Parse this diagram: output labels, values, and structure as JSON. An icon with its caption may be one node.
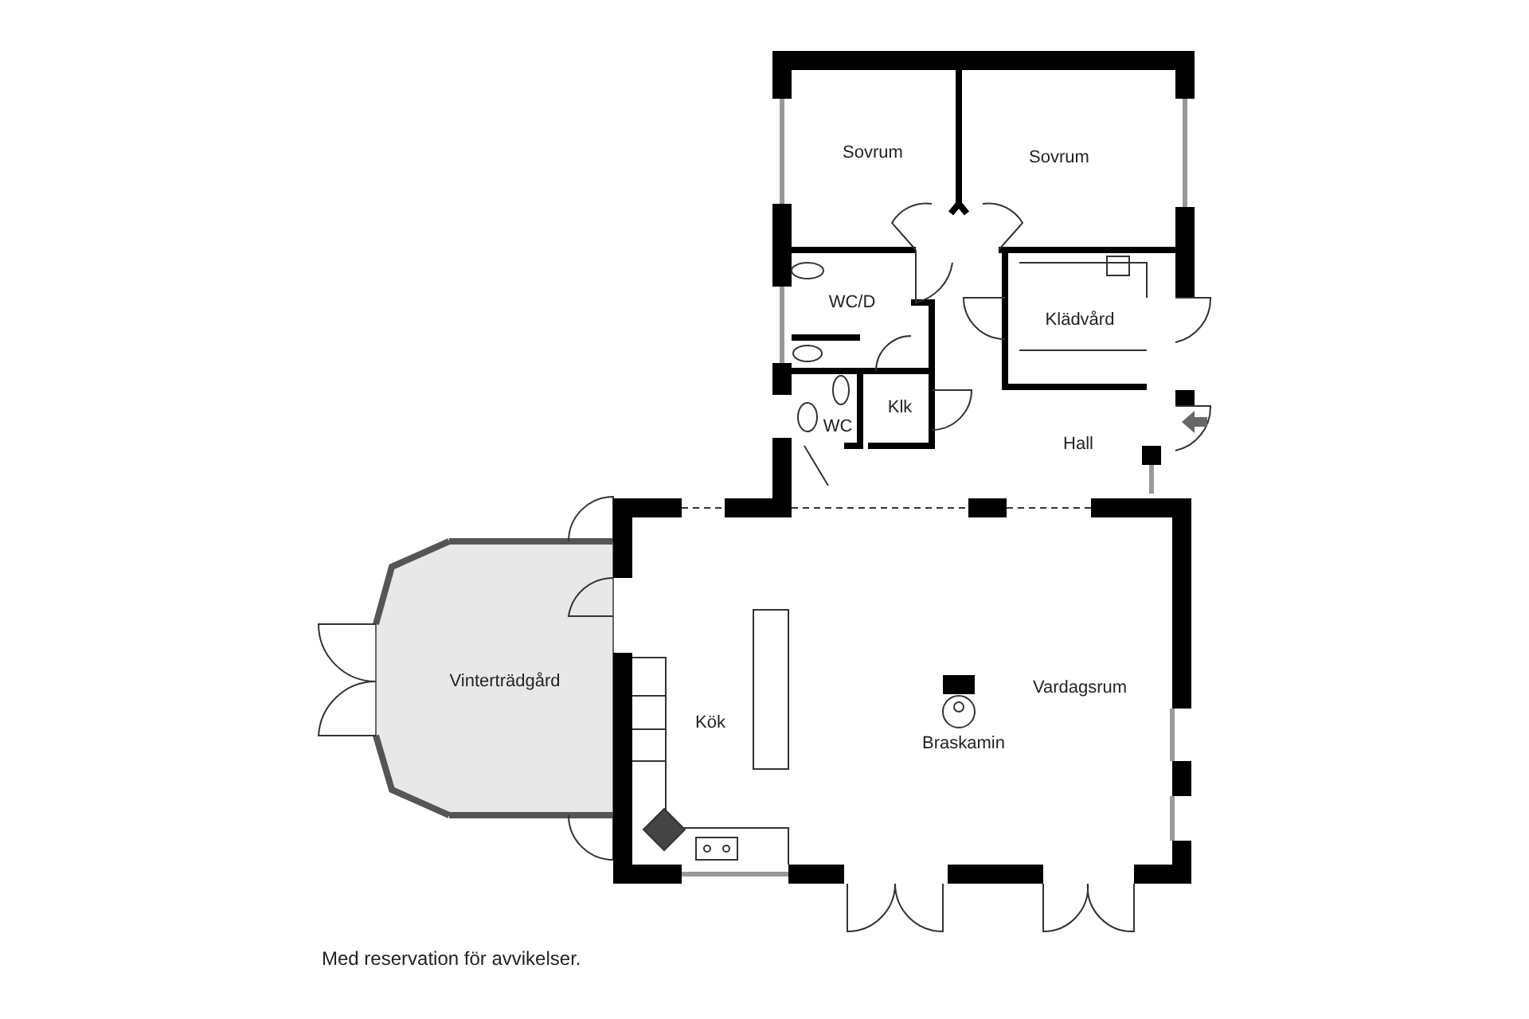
{
  "diagram": {
    "caption": "Med reservation för avvikelser.",
    "labels": [
      "Sovrum",
      "Sovrum",
      "WC/D",
      "Klädvård",
      "Klk",
      "WC",
      "Hall",
      "Vinterträdgård",
      "Kök",
      "Vardagsrum",
      "Braskamin"
    ]
  }
}
